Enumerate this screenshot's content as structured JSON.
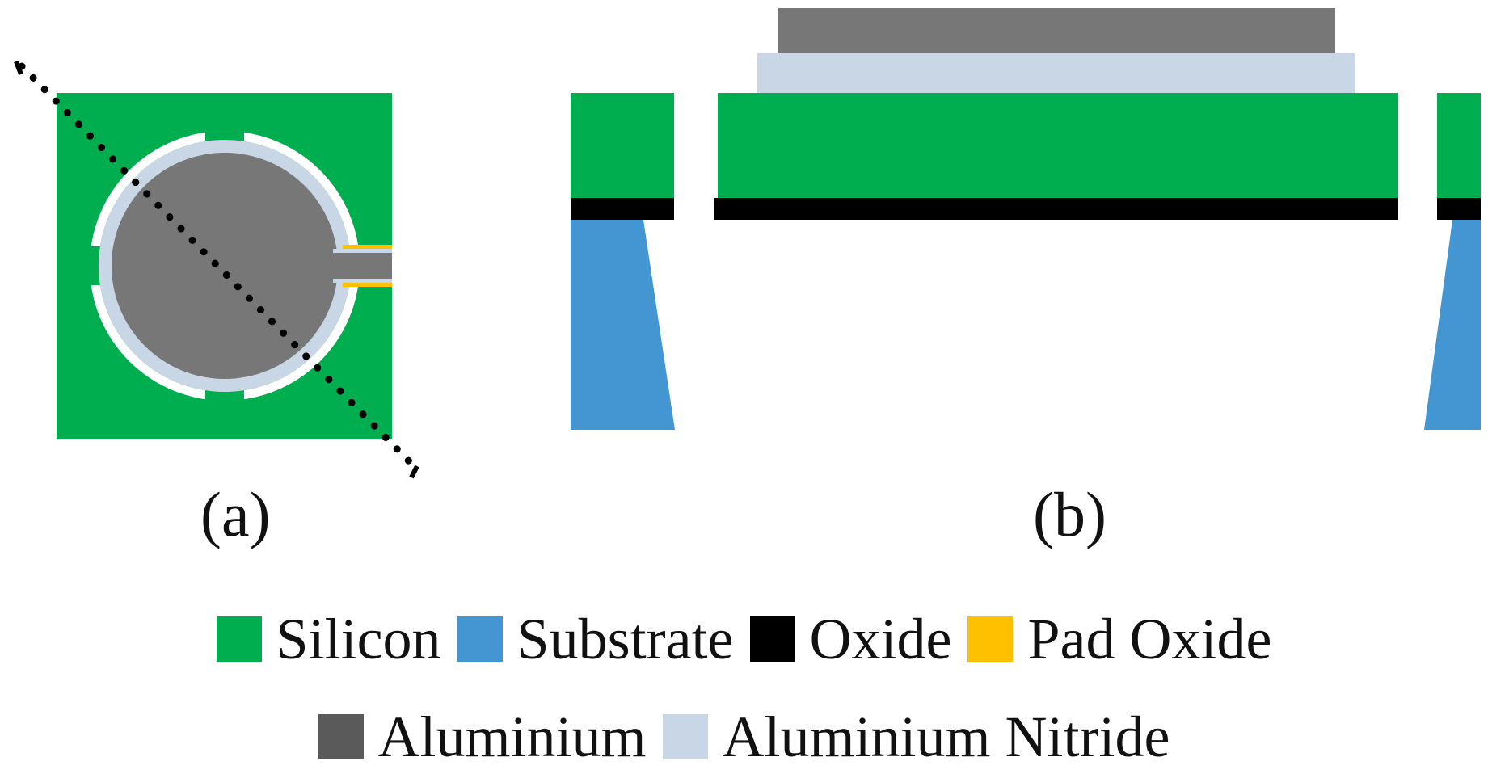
{
  "panels": {
    "a_label": "(a)",
    "b_label": "(b)"
  },
  "colors": {
    "silicon": "#00ae50",
    "substrate": "#4396d1",
    "oxide": "#000000",
    "pad_oxide": "#ffc000",
    "aluminium": "#777777",
    "aluminium_legend": "#5a5a5a",
    "aluminium_nitride": "#c8d6e5",
    "background": "#ffffff"
  },
  "legend": {
    "row1": [
      {
        "label": "Silicon",
        "color": "#00ae50"
      },
      {
        "label": "Substrate",
        "color": "#4396d1"
      },
      {
        "label": "Oxide",
        "color": "#000000"
      },
      {
        "label": "Pad Oxide",
        "color": "#ffc000"
      }
    ],
    "row2": [
      {
        "label": "Aluminium",
        "color": "#5a5a5a"
      },
      {
        "label": "Aluminium Nitride",
        "color": "#c8d6e5"
      }
    ]
  }
}
